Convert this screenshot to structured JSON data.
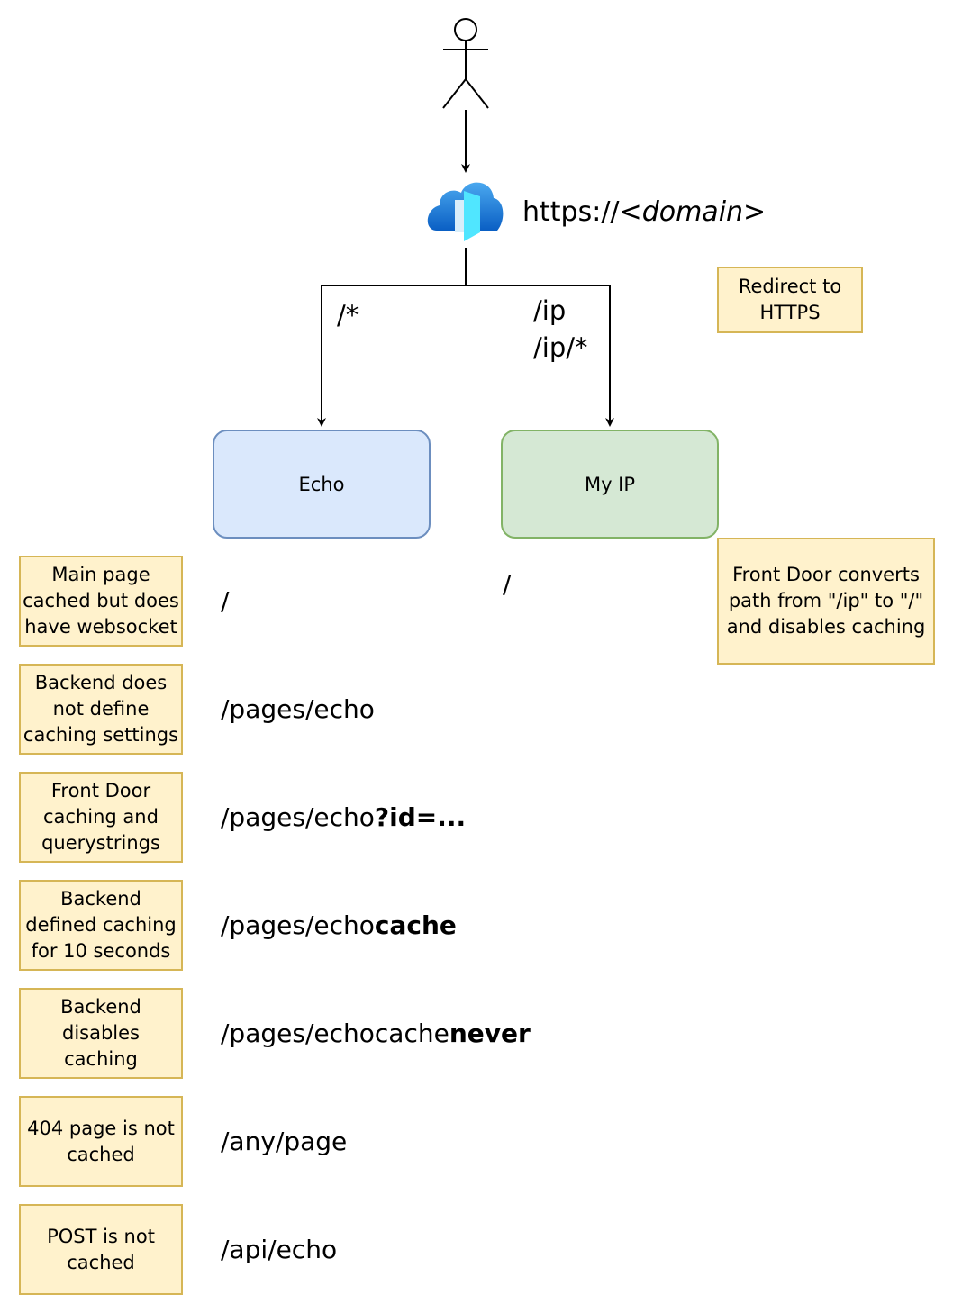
{
  "domain": {
    "prefix": "https://",
    "lt": "<",
    "name": "domain",
    "gt": ">"
  },
  "redirect_note": "Redirect to\nHTTPS",
  "routes": {
    "echo": "/*",
    "ip_line1": "/ip",
    "ip_line2": "/ip/*"
  },
  "nodes": {
    "echo": "Echo",
    "myip": "My IP"
  },
  "myip_path": "/",
  "myip_note": "Front Door converts\npath from \"/ip\" to \"/\"\nand disables caching",
  "echo_rows": [
    {
      "note": "Main page\ncached but does\nhave websocket",
      "path": "/",
      "bold": ""
    },
    {
      "note": "Backend does\nnot define\ncaching settings",
      "path": "/pages/echo",
      "bold": ""
    },
    {
      "note": "Front Door\ncaching and\nquerystrings",
      "path": "/pages/echo",
      "bold": "?id=..."
    },
    {
      "note": "Backend\ndefined caching\nfor 10 seconds",
      "path": "/pages/echo",
      "bold": "cache"
    },
    {
      "note": "Backend\ndisables caching",
      "path": "/pages/echocache",
      "bold": "never"
    },
    {
      "note": "404 page is not\ncached",
      "path": "/any/page",
      "bold": ""
    },
    {
      "note": "POST is not\ncached",
      "path": "/api/echo",
      "bold": ""
    }
  ],
  "colors": {
    "note_fill": "#fff2cc",
    "note_border": "#d6b656",
    "echo_fill": "#dae8fc",
    "echo_border": "#6c8ebf",
    "ip_fill": "#d5e8d4",
    "ip_border": "#82b366"
  },
  "icons": [
    "user-icon",
    "front-door-cloud-icon"
  ]
}
